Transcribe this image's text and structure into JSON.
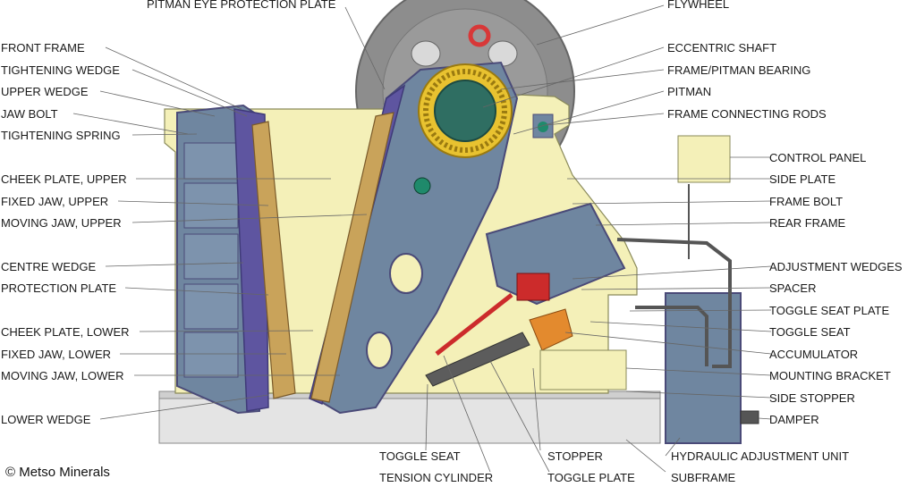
{
  "labels_top": {
    "pitman_eye_protection_plate": "PITMAN EYE PROTECTION PLATE",
    "flywheel": "FLYWHEEL"
  },
  "labels_left": [
    "FRONT FRAME",
    "TIGHTENING WEDGE",
    "UPPER WEDGE",
    "JAW BOLT",
    "TIGHTENING SPRING",
    "CHEEK PLATE, UPPER",
    "FIXED JAW, UPPER",
    "MOVING JAW, UPPER",
    "CENTRE WEDGE",
    "PROTECTION PLATE",
    "CHEEK PLATE, LOWER",
    "FIXED JAW, LOWER",
    "MOVING JAW, LOWER",
    "LOWER WEDGE"
  ],
  "labels_right": [
    "ECCENTRIC SHAFT",
    "FRAME/PITMAN BEARING",
    "PITMAN",
    "FRAME CONNECTING RODS",
    "CONTROL PANEL",
    "SIDE PLATE",
    "FRAME BOLT",
    "REAR FRAME",
    "ADJUSTMENT WEDGES",
    "SPACER",
    "TOGGLE SEAT PLATE",
    "TOGGLE SEAT",
    "ACCUMULATOR",
    "MOUNTING BRACKET",
    "SIDE STOPPER",
    "DAMPER",
    "HYDRAULIC ADJUSTMENT UNIT"
  ],
  "labels_bottom": {
    "toggle_seat": "TOGGLE SEAT",
    "tension_cylinder": "TENSION CYLINDER",
    "stopper": "STOPPER",
    "toggle_plate": "TOGGLE PLATE",
    "subframe": "SUBFRAME"
  },
  "copyright": "© Metso Minerals",
  "colors": {
    "frame_yellow": "#f4f0b8",
    "jaw_purple": "#5e55a0",
    "steel_blue": "#6f86a0",
    "flywheel_gray": "#8f8f8f",
    "tan_plate": "#c9a35a",
    "red_accent": "#cc2b2b",
    "orange_accent": "#e38a2e",
    "teal_accent": "#1f8a6b",
    "subframe_gray": "#e2e2e2"
  }
}
